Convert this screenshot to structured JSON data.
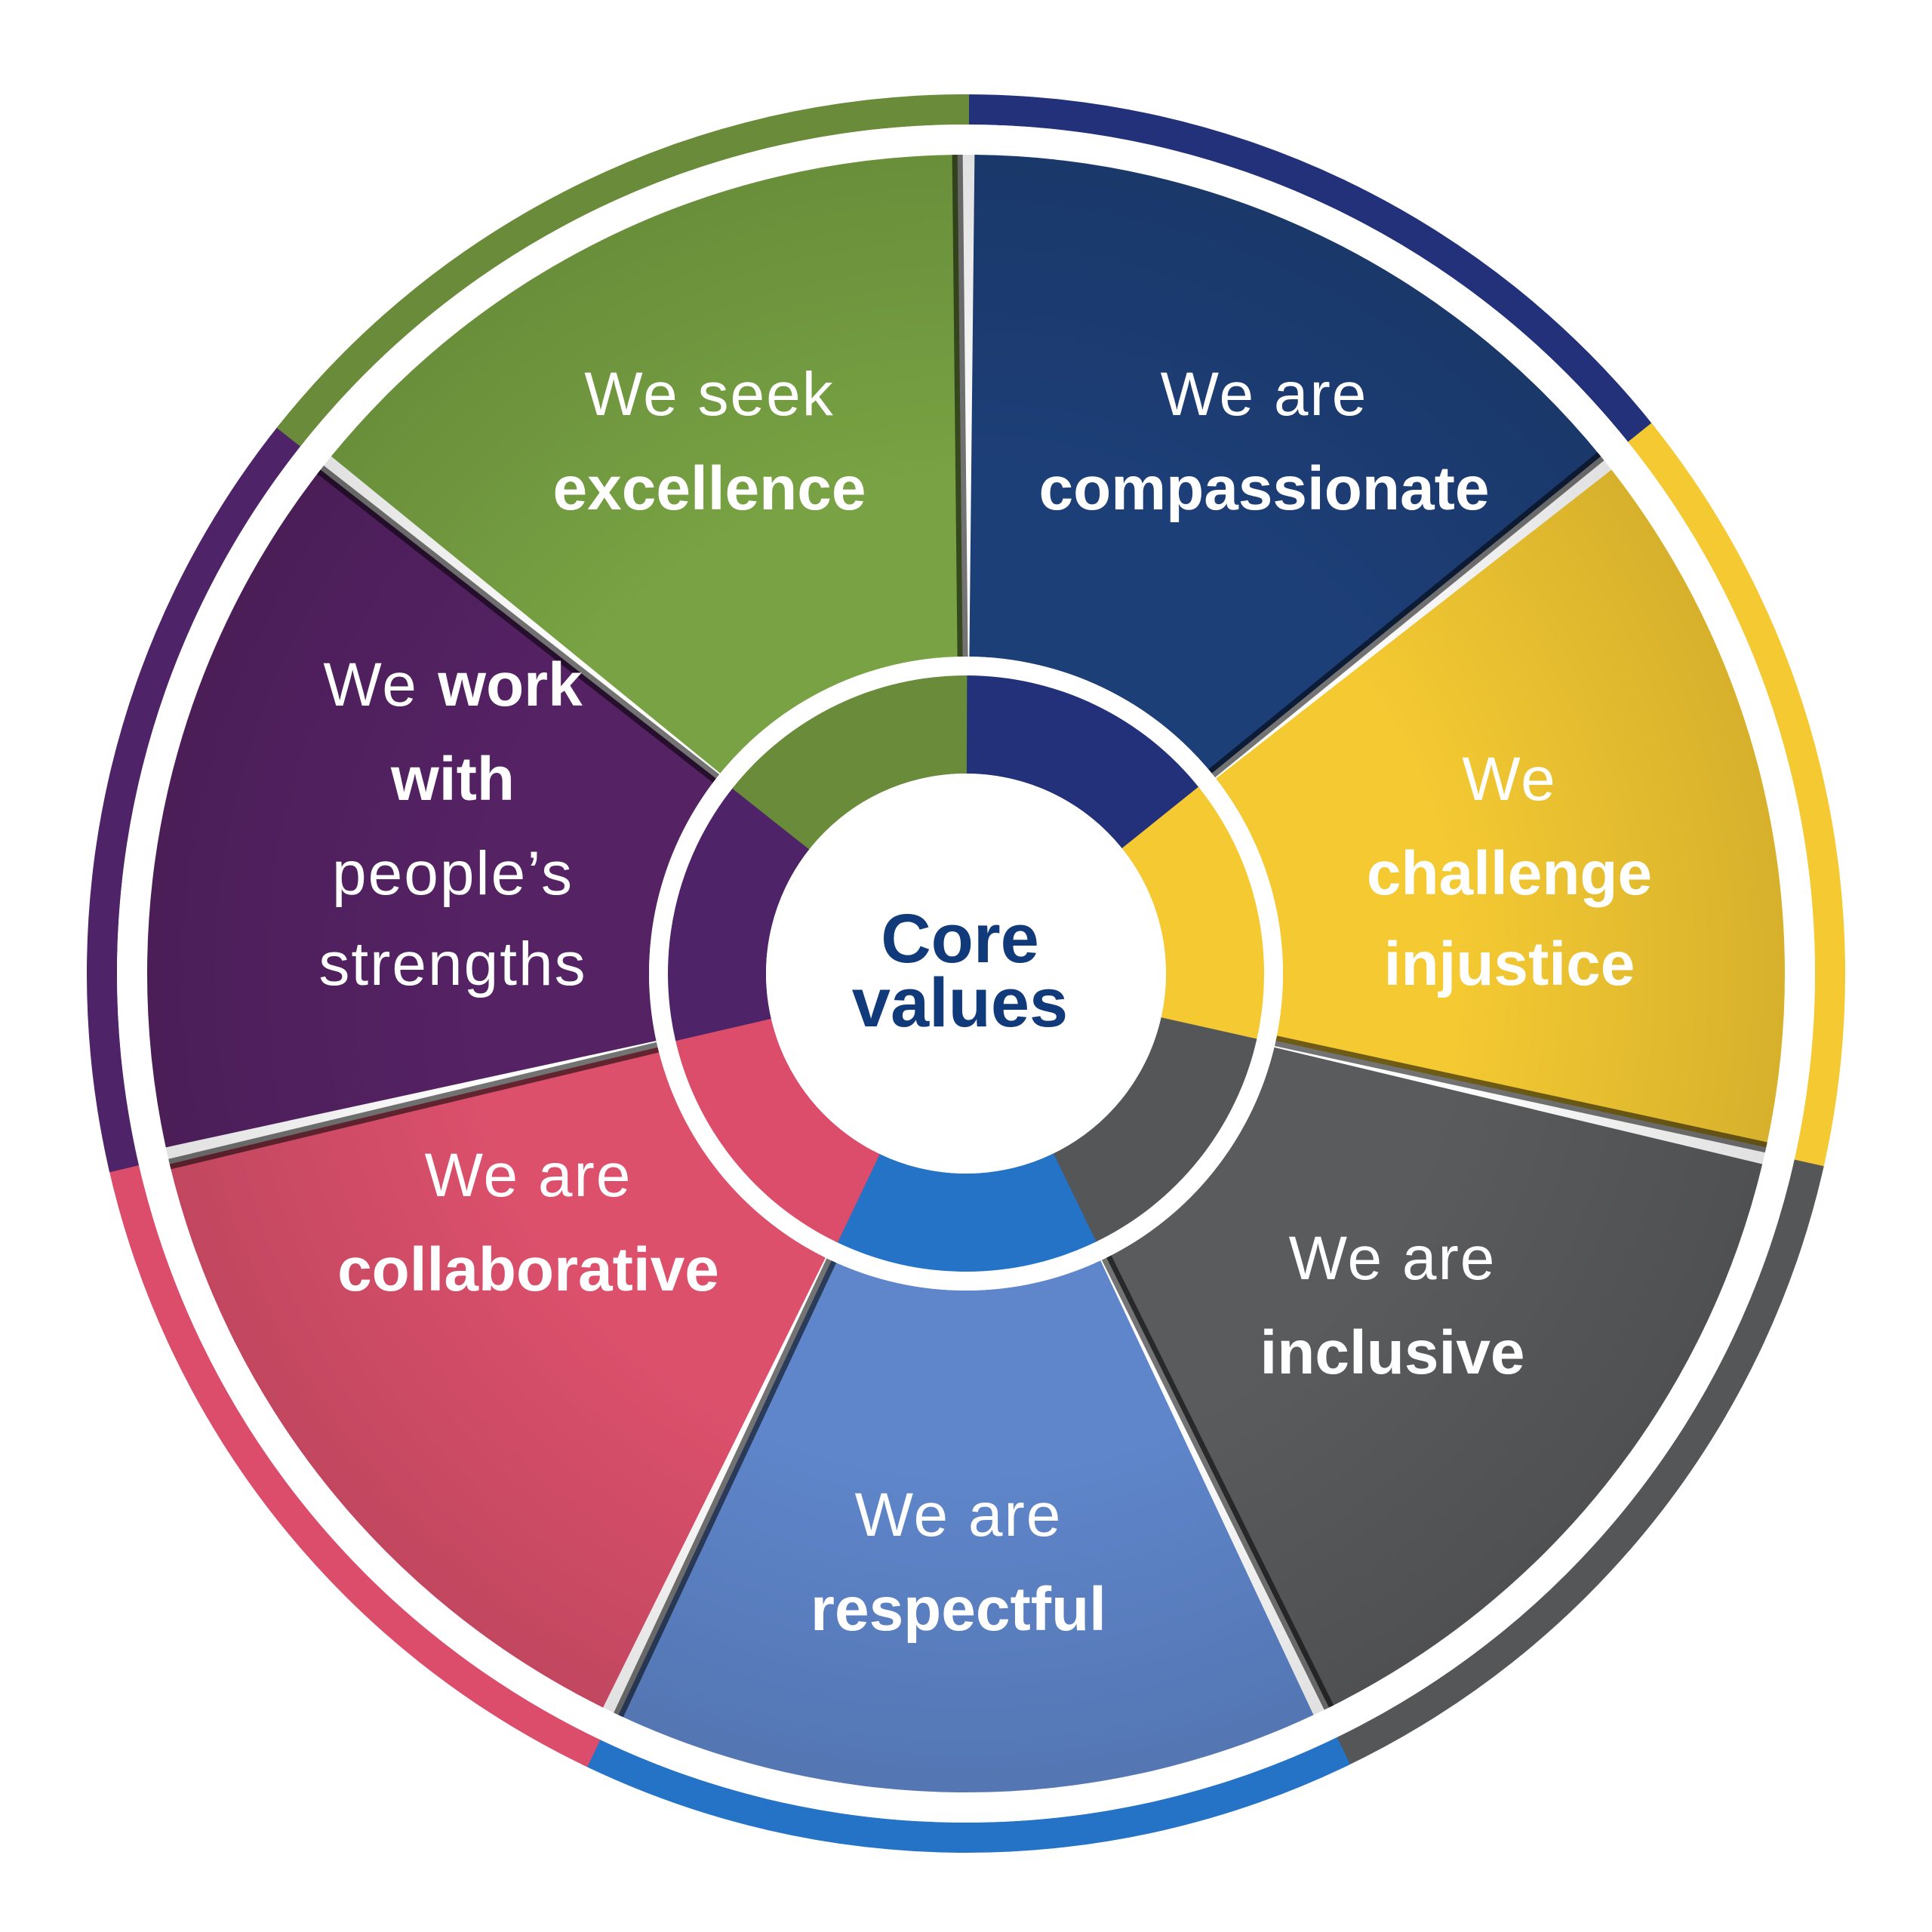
{
  "center": {
    "line1": "Core",
    "line2": "values",
    "color": "#103a7a"
  },
  "segments": [
    {
      "id": "compassionate",
      "color": "#1d3f78",
      "ring_color": "#22317a",
      "line1": "We are",
      "line2": "compassionate"
    },
    {
      "id": "challenge-injustice",
      "color": "#f4c932",
      "ring_color": "#f4c932",
      "line1": "We",
      "line2": "challenge",
      "line3": "injustice"
    },
    {
      "id": "inclusive",
      "color": "#5a5b5d",
      "ring_color": "#555658",
      "line1": "We are",
      "line2": "inclusive"
    },
    {
      "id": "respectful",
      "color": "#5f86cb",
      "ring_color": "#2473c6",
      "line1": "We are",
      "line2": "respectful"
    },
    {
      "id": "collaborative",
      "color": "#dc506c",
      "ring_color": "#db4d6a",
      "line1": "We are",
      "line2": "collaborative"
    },
    {
      "id": "work-with-strengths",
      "color": "#552264",
      "ring_color": "#4e2368",
      "line1_light": "We",
      "line1_bold": "work",
      "line2": "with",
      "line3": "people’s",
      "line4": "strengths"
    },
    {
      "id": "excellence",
      "color": "#78a243",
      "ring_color": "#6a8c3a",
      "line1": "We seek",
      "line2": "excellence"
    }
  ]
}
